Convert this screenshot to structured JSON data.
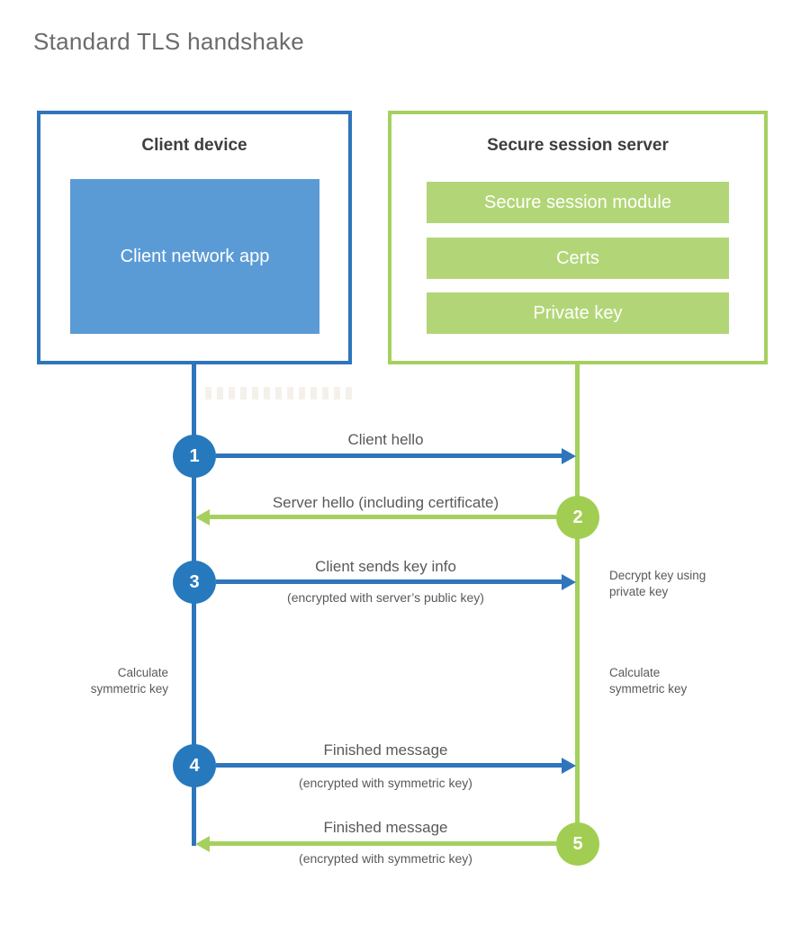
{
  "title": "Standard TLS handshake",
  "client": {
    "title": "Client device",
    "app_label": "Client network app"
  },
  "server": {
    "title": "Secure session server",
    "modules": [
      {
        "label": "Secure session module"
      },
      {
        "label": "Certs"
      },
      {
        "label": "Private key"
      }
    ]
  },
  "steps": [
    {
      "num": "1",
      "label": "Client hello",
      "sub": "",
      "direction": "client-to-server"
    },
    {
      "num": "2",
      "label": "Server hello (including certificate)",
      "sub": "",
      "direction": "server-to-client"
    },
    {
      "num": "3",
      "label": "Client sends key info",
      "sub": "(encrypted with server’s public key)",
      "direction": "client-to-server"
    },
    {
      "num": "4",
      "label": "Finished message",
      "sub": "(encrypted with symmetric key)",
      "direction": "client-to-server"
    },
    {
      "num": "5",
      "label": "Finished message",
      "sub": "(encrypted with symmetric key)",
      "direction": "server-to-client"
    }
  ],
  "notes": {
    "decrypt_line1": "Decrypt key using",
    "decrypt_line2": "private key",
    "calc_line1": "Calculate",
    "calc_line2": "symmetric key"
  },
  "colors": {
    "blue": "#2e75bb",
    "blue_fill": "#5b9bd5",
    "green": "#a5d05f",
    "green_fill": "#b2d677",
    "green_circle": "#a1ce52",
    "heading_text": "#3e3e3e",
    "label_text": "#595959"
  }
}
